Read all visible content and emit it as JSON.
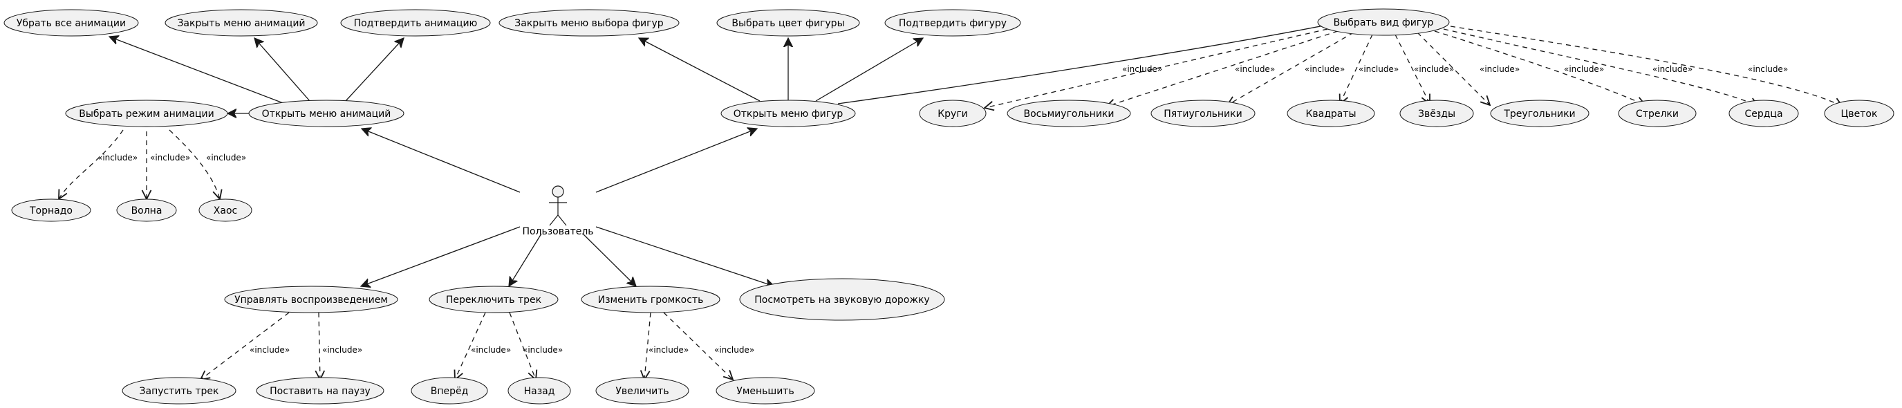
{
  "actor": {
    "label": "Пользователь"
  },
  "use_cases": {
    "remove_all_animations": "Убрать все анимации",
    "close_animation_menu": "Закрыть меню анимаций",
    "confirm_animation": "Подтвердить анимацию",
    "close_shape_select_menu": "Закрыть меню выбора фигур",
    "choose_shape_color": "Выбрать цвет фигуры",
    "confirm_shape": "Подтвердить фигуру",
    "choose_shape_type": "Выбрать вид фигур",
    "choose_animation_mode": "Выбрать режим анимации",
    "open_animation_menu": "Открыть меню анимаций",
    "open_shape_menu": "Открыть меню фигур",
    "circles": "Круги",
    "octagons": "Восьмиугольники",
    "pentagons": "Пятиугольники",
    "squares": "Квадраты",
    "stars": "Звёзды",
    "triangles": "Треугольники",
    "arrows": "Стрелки",
    "hearts": "Сердца",
    "flower": "Цветок",
    "tornado": "Торнадо",
    "wave": "Волна",
    "chaos": "Хаос",
    "control_playback": "Управлять воспроизведением",
    "switch_track": "Переключить трек",
    "change_volume": "Изменить громкость",
    "view_soundtrack": "Посмотреть на звуковую дорожку",
    "start_track": "Запустить трек",
    "pause": "Поставить на паузу",
    "forward": "Вперёд",
    "back": "Назад",
    "increase": "Увеличить",
    "decrease": "Уменьшить"
  },
  "stereotype": "«include»",
  "colors": {
    "node_fill": "#F1F1F1",
    "stroke": "#181818"
  }
}
